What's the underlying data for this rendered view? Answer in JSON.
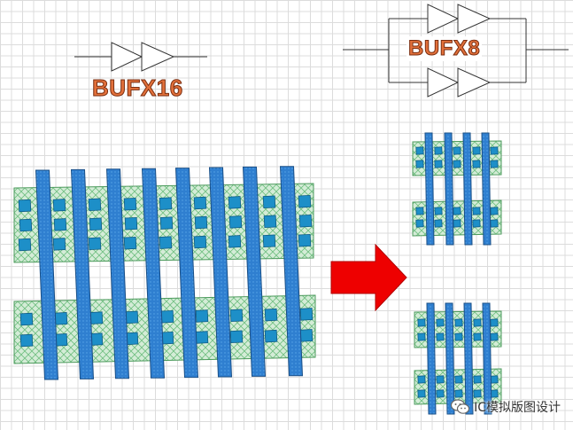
{
  "labels": {
    "bufx16": "BUFX16",
    "bufx8": "BUFX8"
  },
  "watermark": {
    "text": "IC模拟版图设计",
    "icon": "wechat-icon"
  },
  "colors": {
    "finger_fill": "#2f7fd0",
    "finger_stroke": "#1a4f86",
    "contact_fill": "#1d8fc8",
    "diffusion_fill": "#d4ecd7",
    "diffusion_hatch": "#6fbf80",
    "arrow": "#ee0000",
    "label_text": "#e2703a"
  }
}
